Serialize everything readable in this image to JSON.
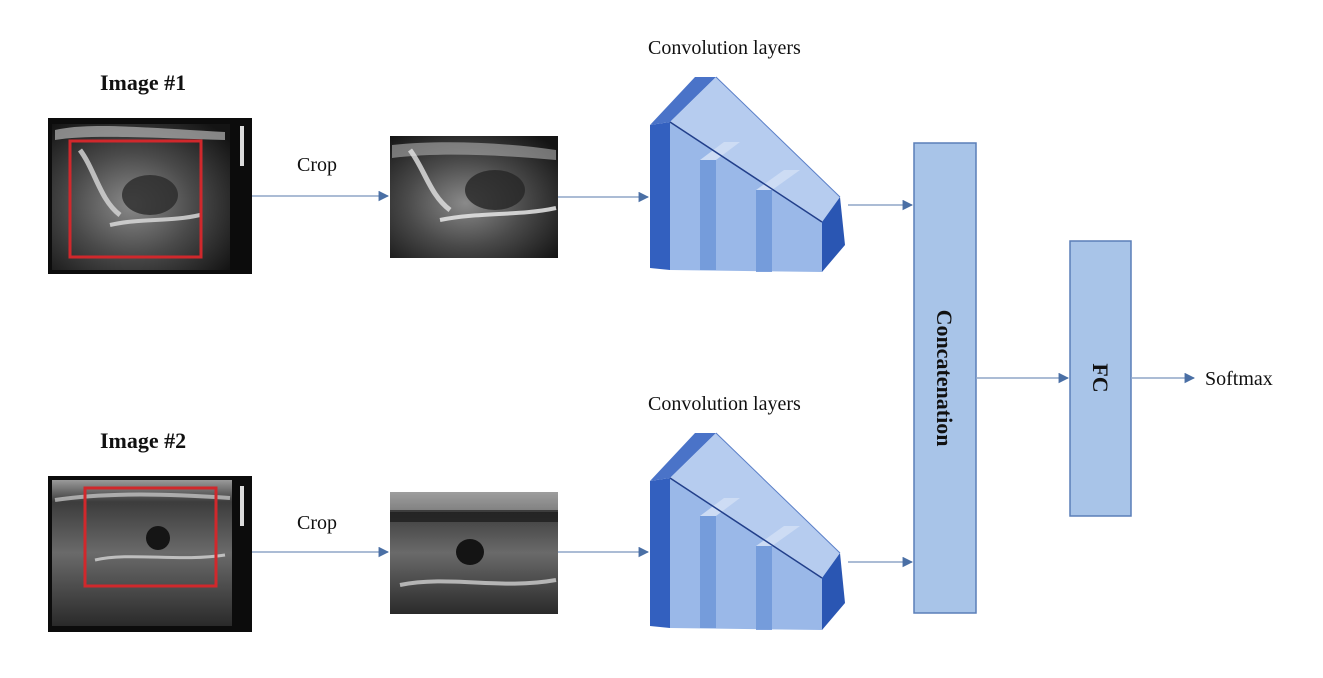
{
  "colors": {
    "arrow": "#4a6fa5",
    "crop_box": "#d0282c",
    "conv_dark": "#3360bf",
    "conv_mid": "#6f96d8",
    "conv_light": "#a9c3ec",
    "conv_pale": "#cddcf4",
    "concat_fill": "#a8c4e8",
    "concat_stroke": "#5a7fb8"
  },
  "branches": [
    {
      "image_label": "Image #1",
      "crop_label": "Crop",
      "conv_label": "Convolution layers"
    },
    {
      "image_label": "Image #2",
      "crop_label": "Crop",
      "conv_label": "Convolution layers"
    }
  ],
  "concat": {
    "label": "Concatenation"
  },
  "fc": {
    "label": "FC"
  },
  "output": {
    "label": "Softmax"
  }
}
